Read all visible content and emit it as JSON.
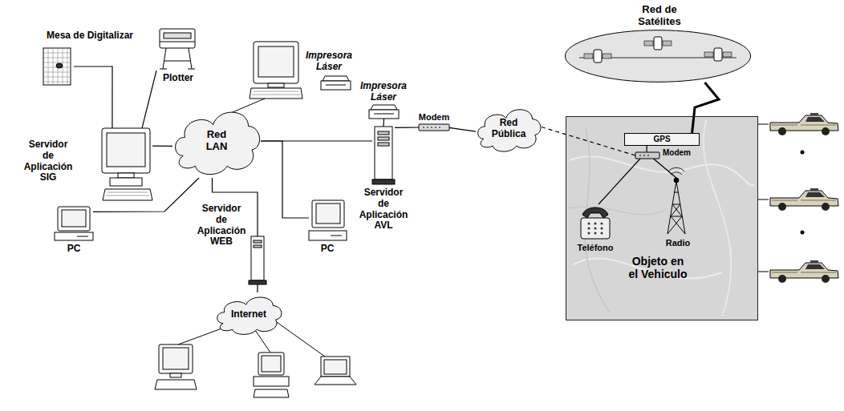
{
  "diagram": {
    "nodes": [
      {
        "text": [
          "Mesa de Digitalizar"
        ]
      },
      {
        "text": [
          "Plotter"
        ]
      },
      {
        "text": [
          "Servidor de Aplicación SIG"
        ]
      },
      {
        "text": [
          "Red LAN"
        ]
      },
      {
        "text": [
          "Impresora Láser"
        ]
      },
      {
        "text": [
          "Impresora Láser"
        ]
      },
      {
        "text": [
          "PC"
        ]
      },
      {
        "text": [
          "PC"
        ]
      },
      {
        "text": [
          "Servidor de Aplicación AVL"
        ]
      },
      {
        "text": [
          "Modem"
        ]
      },
      {
        "text": [
          "Red Pública"
        ]
      },
      {
        "text": [
          "Servidor de Aplicación WEB"
        ]
      },
      {
        "text": [
          "Internet"
        ]
      },
      {
        "text": [
          "Red de Satélites"
        ]
      },
      {
        "text": [
          "Objeto en el Vehiculo"
        ]
      },
      {
        "text": [
          "GPS"
        ],
        "in": 14
      },
      {
        "text": [
          "Modem"
        ],
        "in": 14
      },
      {
        "text": [
          "Teléfono"
        ],
        "in": 14
      },
      {
        "text": [
          "Radio"
        ],
        "in": 14
      }
    ],
    "edges": [
      {
        "from": 0,
        "to": 2,
        "arrow": "none"
      },
      {
        "from": 1,
        "to": 2,
        "arrow": "none"
      },
      {
        "from": 2,
        "to": 3,
        "arrow": "none"
      },
      {
        "from": 6,
        "to": 3,
        "arrow": "none"
      },
      {
        "from": 3,
        "to": 7,
        "arrow": "none"
      },
      {
        "from": 3,
        "to": 8,
        "arrow": "none"
      },
      {
        "from": 5,
        "to": 8,
        "arrow": "none"
      },
      {
        "from": 8,
        "to": 9,
        "arrow": "none"
      },
      {
        "from": 9,
        "to": 10,
        "arrow": "none"
      },
      {
        "from": 10,
        "to": 16,
        "arrow": "none"
      },
      {
        "from": 3,
        "to": 11,
        "arrow": "none"
      },
      {
        "from": 11,
        "to": 12,
        "arrow": "none"
      },
      {
        "from": 13,
        "to": 15,
        "arrow": "none"
      },
      {
        "from": 15,
        "to": 16,
        "arrow": "none"
      },
      {
        "from": 16,
        "to": 17,
        "arrow": "none"
      },
      {
        "from": 16,
        "to": 18,
        "arrow": "none"
      }
    ]
  }
}
